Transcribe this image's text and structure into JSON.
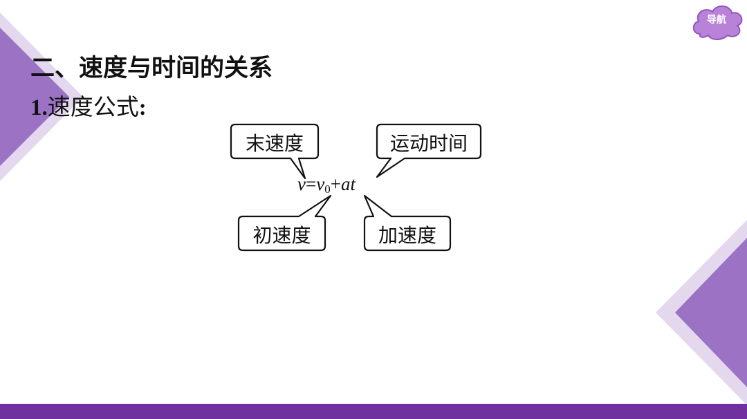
{
  "nav": {
    "label": "导航"
  },
  "heading": "二、速度与时间的关系",
  "subheading": {
    "number": "1.",
    "text": "速度公式",
    "colon": ":"
  },
  "formula": {
    "v": "v",
    "eq": "=",
    "v0": "v",
    "sub0": "0",
    "plus": "+",
    "at": "at"
  },
  "callouts": {
    "final_velocity": "末速度",
    "motion_time": "运动时间",
    "initial_velocity": "初速度",
    "acceleration": "加速度"
  },
  "colors": {
    "accent_purple": "#7030a0",
    "deco_dark": "#9b72c4",
    "deco_light": "#d9c9e8",
    "nav_fill": "#b982d9"
  }
}
